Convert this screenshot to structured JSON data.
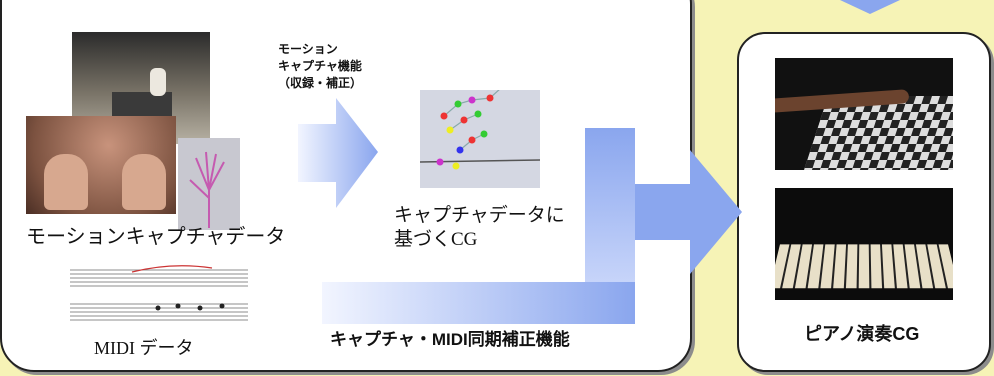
{
  "motion_capture_function": [
    "モーション",
    "キャプチャ機能",
    "（収録・補正）"
  ],
  "motion_capture_data_label": "モーションキャプチャデータ",
  "cg_from_capture_label": [
    "キャプチャデータに",
    "基づくCG"
  ],
  "midi_data_label": "MIDI データ",
  "sync_correction_label": "キャプチャ・MIDI同期補正機能",
  "piano_performance_cg_label": "ピアノ演奏CG",
  "colors": {
    "background": "#f6f3b6",
    "panel": "#ffffff",
    "arrow_blue": "#8aa6ee",
    "arrow_fade": "#f2f5ff"
  }
}
